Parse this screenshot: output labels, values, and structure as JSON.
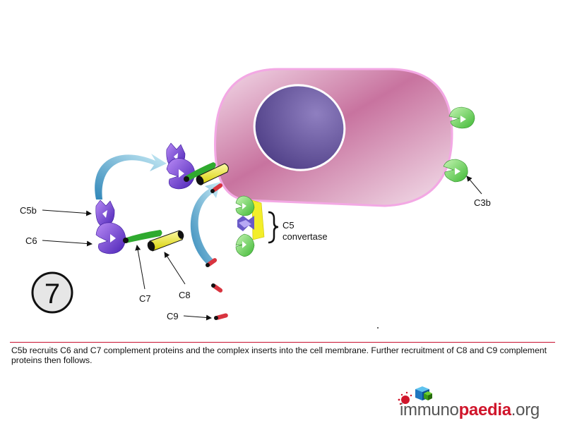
{
  "step_number": "7",
  "labels": {
    "c5b": "C5b",
    "c6": "C6",
    "c7": "C7",
    "c8": "C8",
    "c9": "C9",
    "c3b": "C3b",
    "c5_convertase_line1": "C5",
    "c5_convertase_line2": "convertase"
  },
  "caption": "C5b recruits C6 and C7 complement proteins and the complex inserts into the cell membrane. Further recruitment of C8 and C9 complement proteins then follows.",
  "logo": {
    "part1": "immuno",
    "part2": "paedia",
    "part3": ".org"
  },
  "colors": {
    "cell": "#c46a9a",
    "cell_border": "#f0a8e0",
    "nucleus": "#5b4a8e",
    "c5b_c6": "#7b3fe0",
    "c7": "#2faa2f",
    "c8": "#f3ee2a",
    "c9": "#d8343f",
    "c3b": "#6fd65a",
    "arrow": "#4aa6cf",
    "brand_red": "#d0152b"
  }
}
